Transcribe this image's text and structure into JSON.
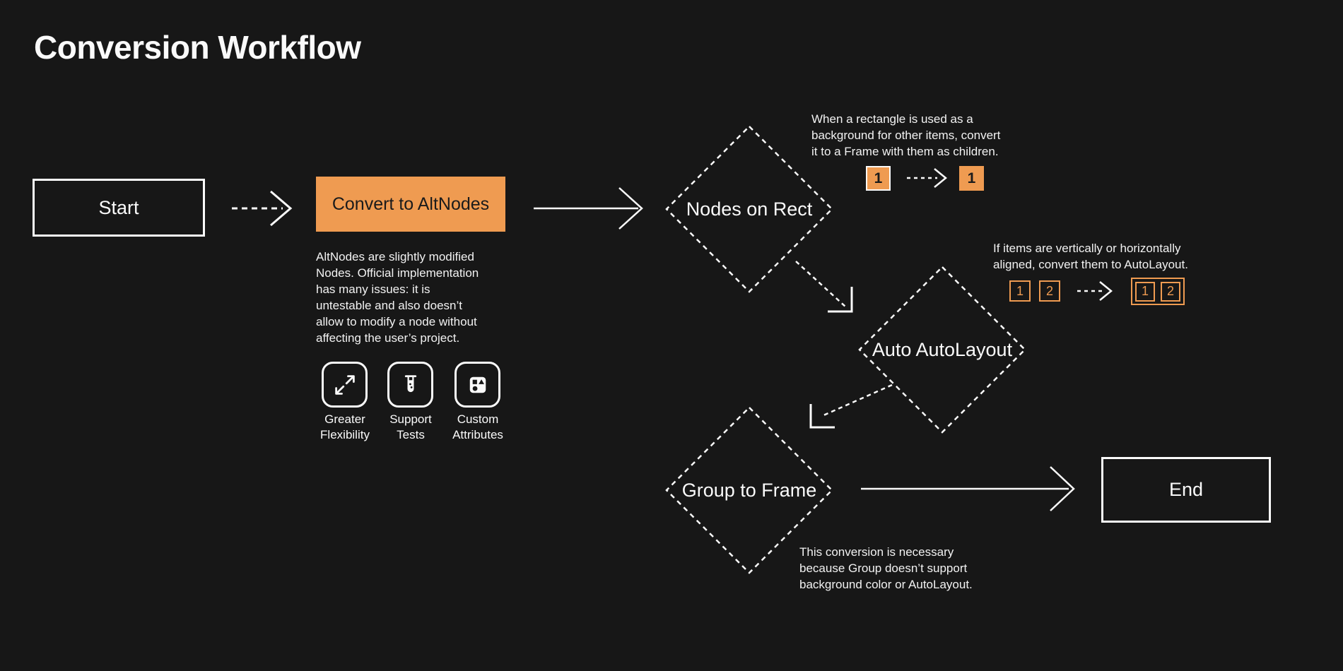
{
  "title": "Conversion Workflow",
  "colors": {
    "background": "#171717",
    "foreground": "#FAFAFA",
    "accent": "#EF9B51",
    "dark_text": "#1B1B1B"
  },
  "nodes": {
    "start": {
      "label": "Start"
    },
    "convert": {
      "label": "Convert to AltNodes",
      "description": [
        "AltNodes are slightly modified",
        "Nodes. Official implementation",
        "has many issues: it is",
        "untestable and also doesn’t",
        "allow to modify a node without",
        "affecting the user’s project."
      ]
    },
    "nodes_on_rect": {
      "label": "Nodes on Rect"
    },
    "auto_autolayout": {
      "label": "Auto AutoLayout"
    },
    "group_to_frame": {
      "label": "Group to Frame"
    },
    "end": {
      "label": "End"
    }
  },
  "features": [
    {
      "icon": "expand-arrows-icon",
      "label": [
        "Greater",
        "Flexibility"
      ]
    },
    {
      "icon": "test-tube-icon",
      "label": [
        "Support",
        "Tests"
      ]
    },
    {
      "icon": "shapes-icon",
      "label": [
        "Custom",
        "Attributes"
      ]
    }
  ],
  "annotations": {
    "rect_to_frame": {
      "text": [
        "When a rectangle is used as a",
        "background for other items, convert",
        "it to a Frame with them as children."
      ],
      "before_badge": "1",
      "after_badge": "1"
    },
    "autolayout": {
      "text": [
        "If items are vertically or horizontally",
        "aligned, convert them to AutoLayout."
      ],
      "before_items": [
        "1",
        "2"
      ],
      "after_items": [
        "1",
        "2"
      ]
    },
    "group_to_frame": {
      "text": [
        "This conversion is necessary",
        "because Group doesn’t support",
        "background color or AutoLayout."
      ]
    }
  }
}
